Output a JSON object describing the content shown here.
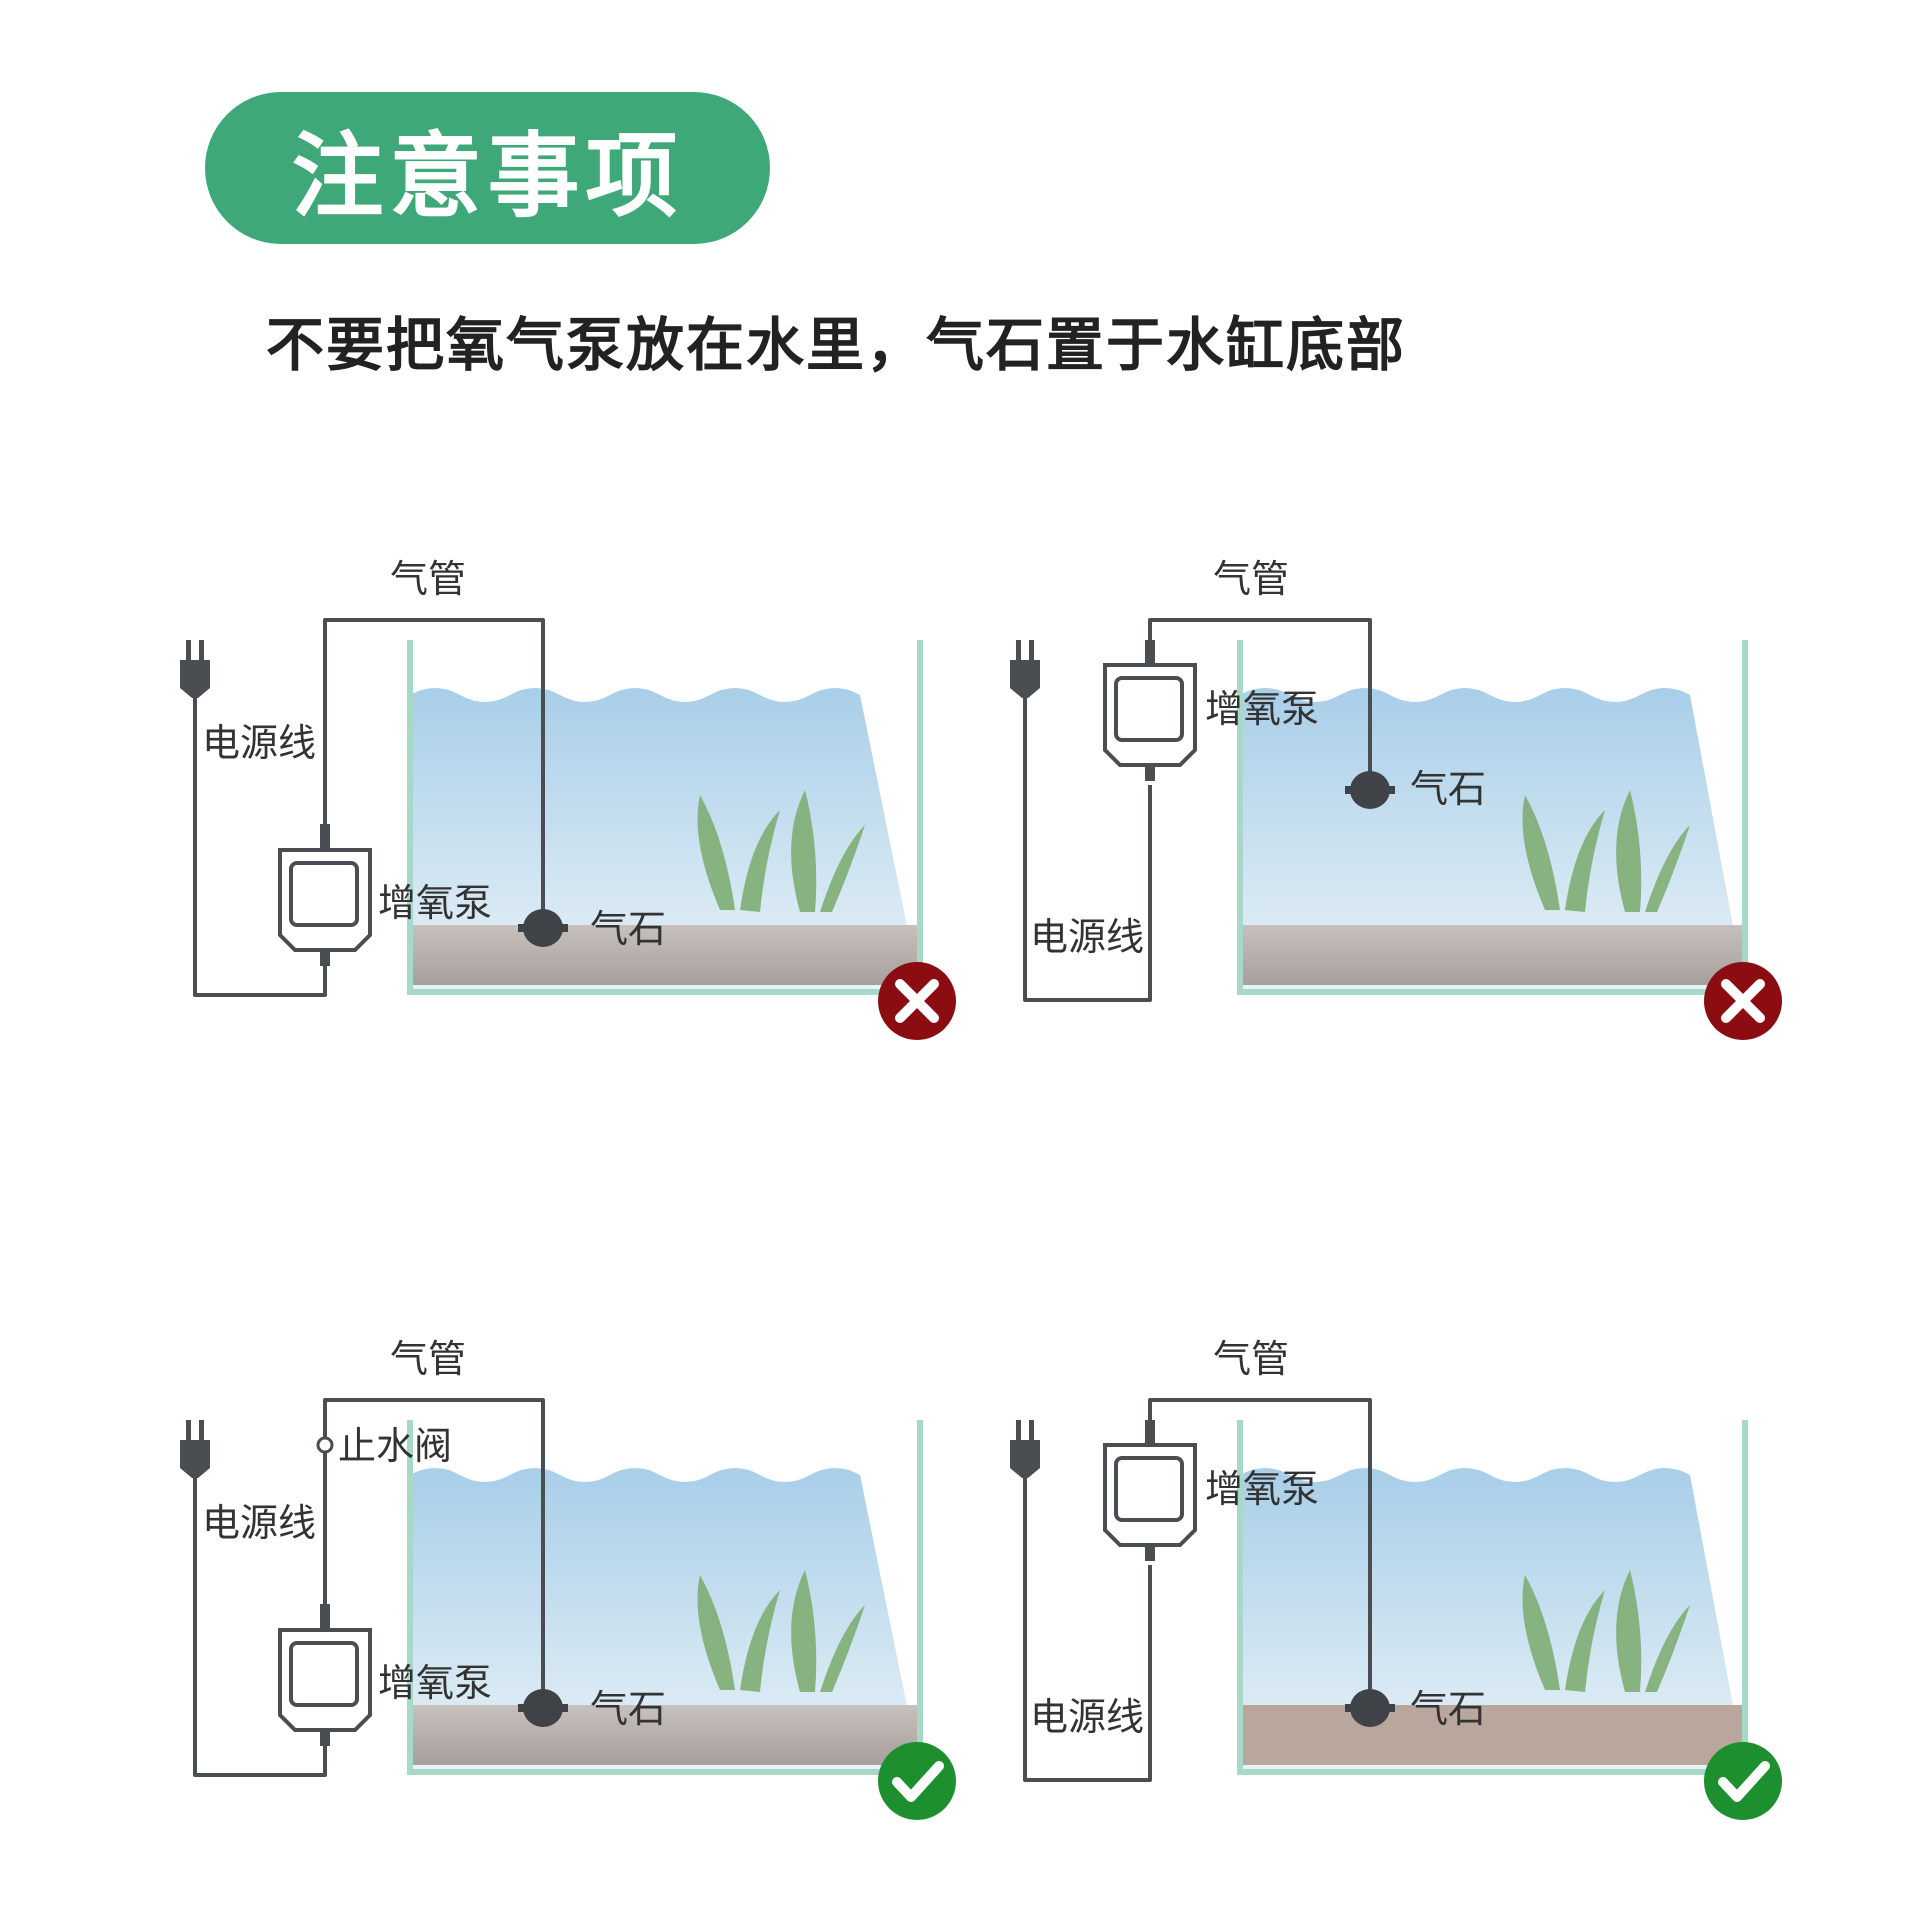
{
  "header": {
    "badge_text": "注意事项",
    "subtitle": "不要把氧气泵放在水里，气石置于水缸底部"
  },
  "colors": {
    "badge_green": "#3fa878",
    "wrong_red": "#8b0d12",
    "right_green": "#1e8f2e",
    "water_blue": "#b3d6ec",
    "line_dark": "#4a4d52"
  },
  "panels": [
    {
      "status": "wrong",
      "status_icon": "cross-icon",
      "labels": {
        "air_tube": "气管",
        "power_cord": "电源线",
        "pump": "增氧泵",
        "air_stone": "气石"
      }
    },
    {
      "status": "wrong",
      "status_icon": "cross-icon",
      "labels": {
        "air_tube": "气管",
        "power_cord": "电源线",
        "pump": "增氧泵",
        "air_stone": "气石"
      }
    },
    {
      "status": "right",
      "status_icon": "check-icon",
      "labels": {
        "air_tube": "气管",
        "power_cord": "电源线",
        "pump": "增氧泵",
        "air_stone": "气石",
        "valve": "止水阀"
      }
    },
    {
      "status": "right",
      "status_icon": "check-icon",
      "labels": {
        "air_tube": "气管",
        "power_cord": "电源线",
        "pump": "增氧泵",
        "air_stone": "气石"
      }
    }
  ]
}
